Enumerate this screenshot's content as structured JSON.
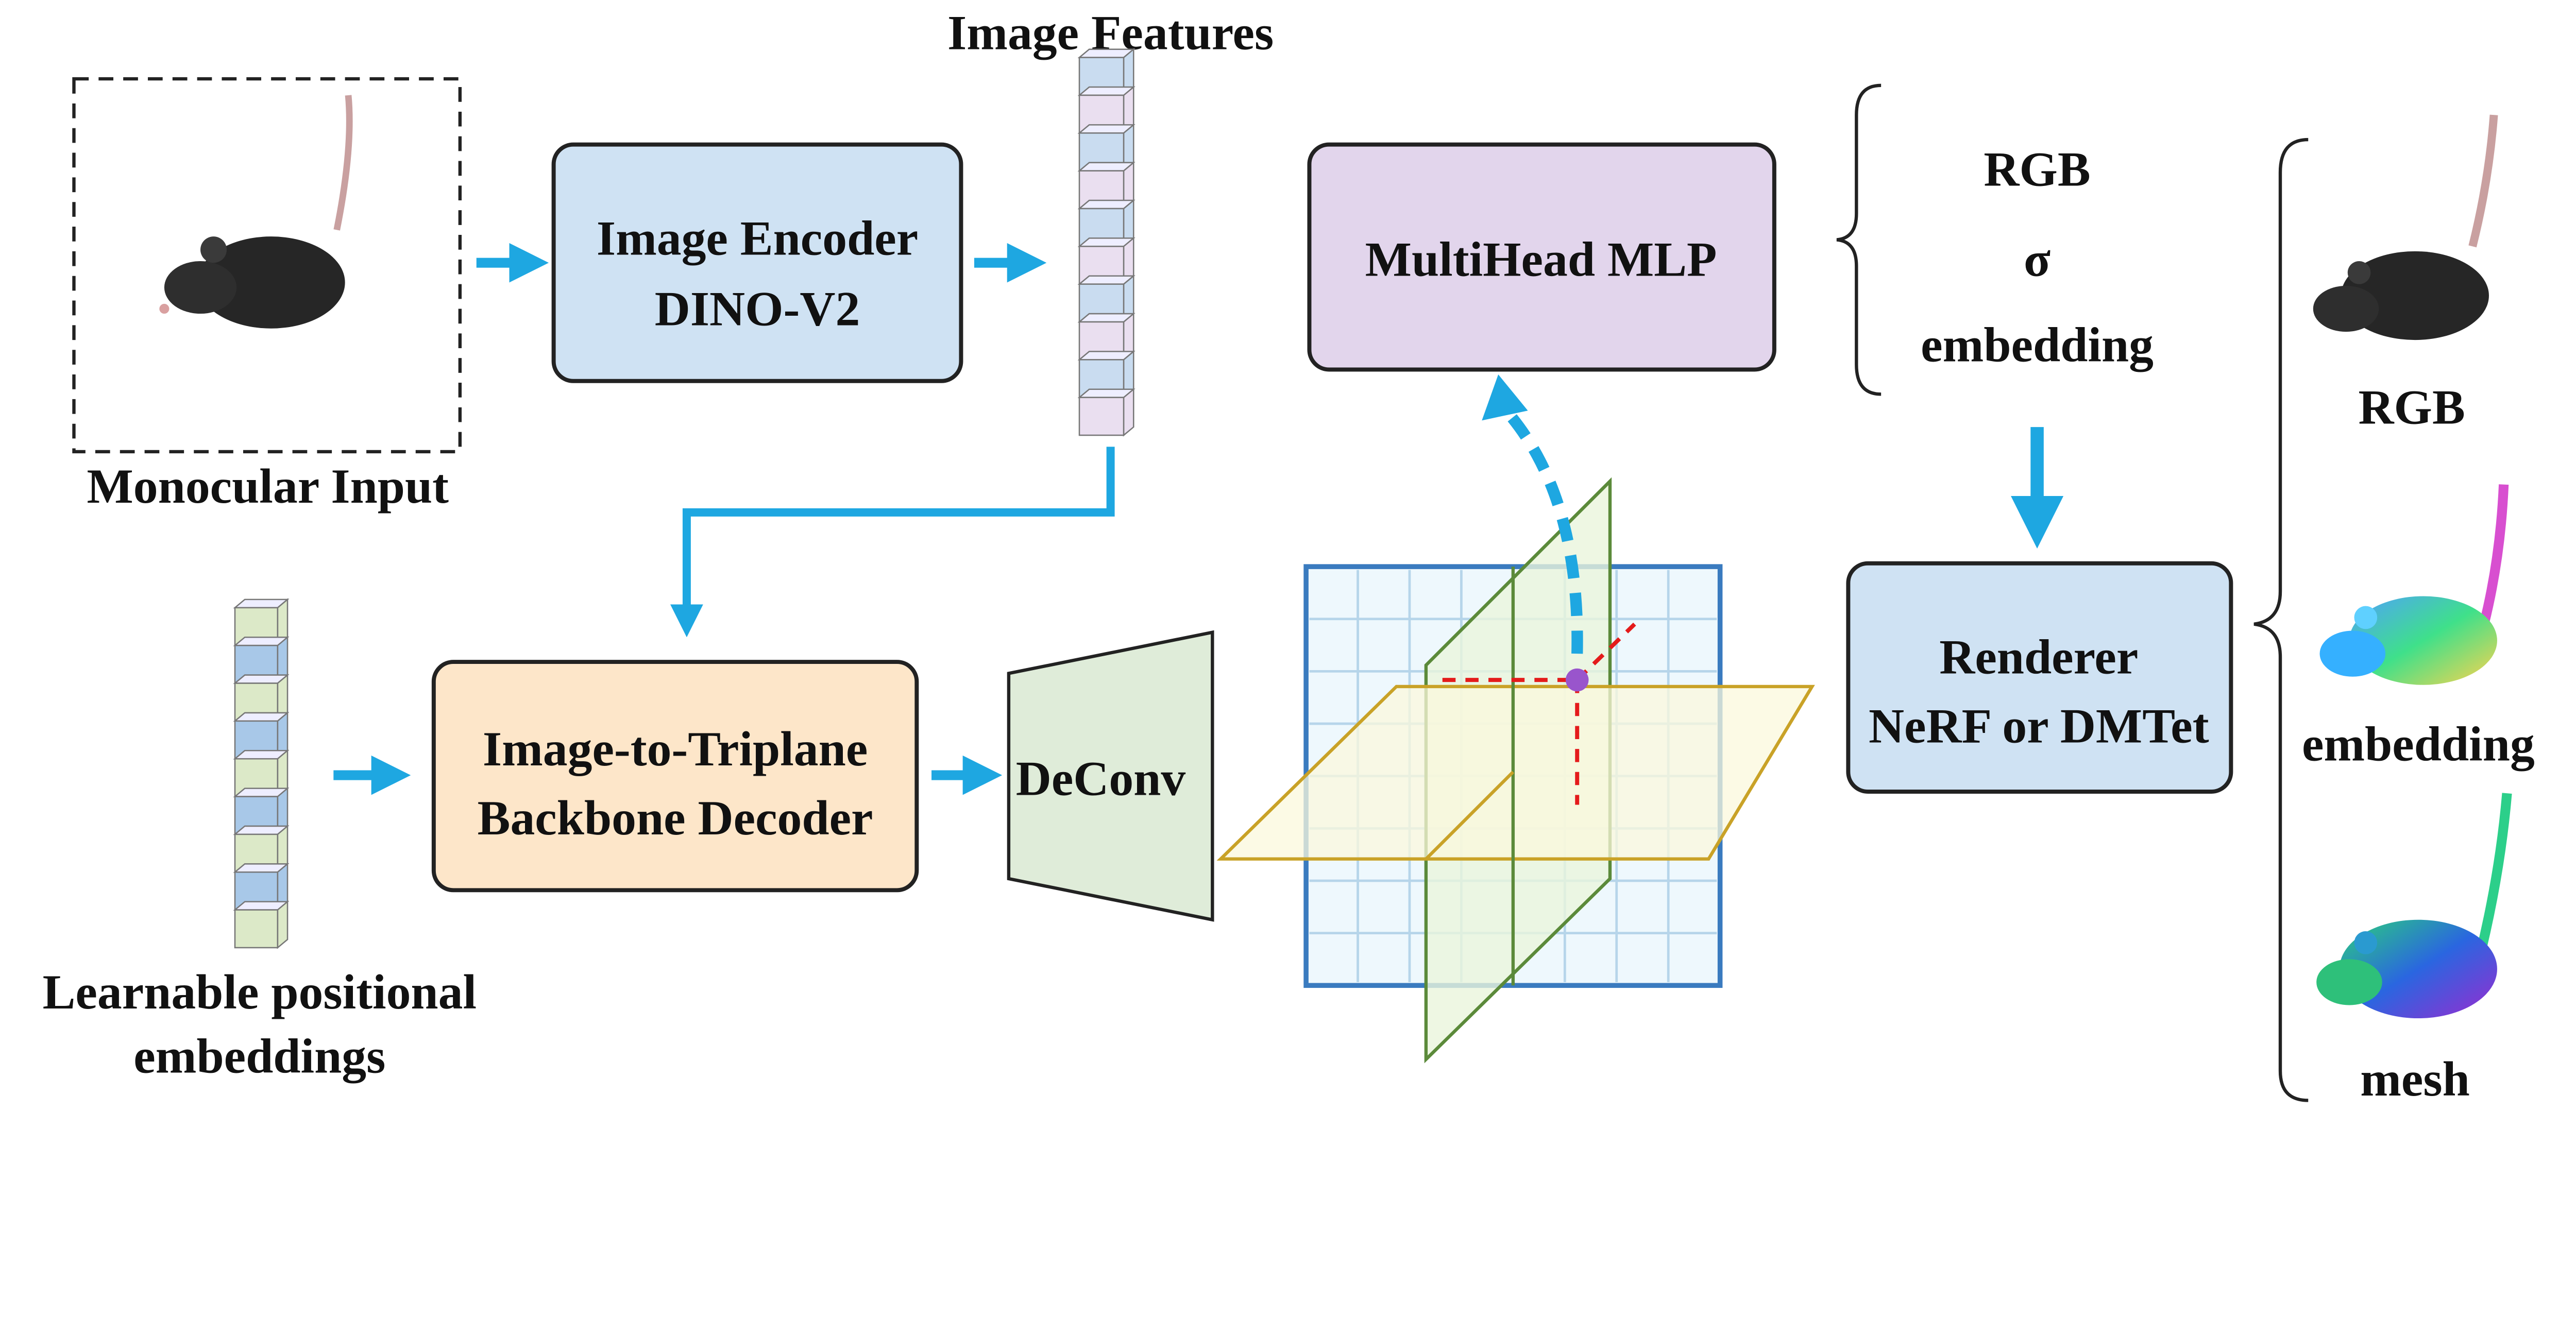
{
  "input": {
    "label": "Monocular Input"
  },
  "encoder": {
    "line1": "Image Encoder",
    "line2": "DINO-V2"
  },
  "features": {
    "label": "Image Features"
  },
  "positional": {
    "line1": "Learnable positional",
    "line2": "embeddings"
  },
  "decoder": {
    "line1": "Image-to-Triplane",
    "line2": "Backbone Decoder"
  },
  "deconv": {
    "label": "DeConv"
  },
  "mlp": {
    "label": "MultiHead MLP"
  },
  "mlp_outputs": [
    "RGB",
    "σ",
    "embedding"
  ],
  "renderer": {
    "line1": "Renderer",
    "line2": "NeRF or DMTet"
  },
  "results": [
    "RGB",
    "embedding",
    "mesh"
  ],
  "colors": {
    "arrow": "#1ea7e1",
    "encoder_fill": "#cfe2f3",
    "decoder_fill": "#fde6c9",
    "deconv_fill": "#dfecd9",
    "mlp_fill": "#e2d5ec",
    "renderer_fill": "#cfe2f3",
    "triplane_xy": "#3a7bbf",
    "triplane_yz": "#5b8a3a",
    "triplane_xz": "#c9a227",
    "sample_point": "#9955cc",
    "projection_lines": "#e41b1b"
  }
}
